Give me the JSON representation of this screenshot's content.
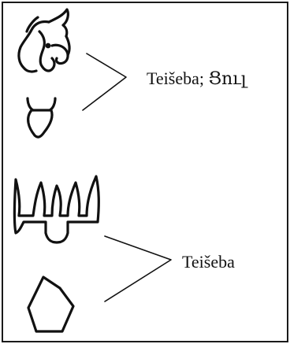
{
  "labels": {
    "top": "Teišeba; Ցուլ",
    "bottom": "Teišeba"
  },
  "glyphs": [
    {
      "name": "bull-head-glyph"
    },
    {
      "name": "bull-sign-glyph"
    },
    {
      "name": "comb-glyph"
    },
    {
      "name": "pentagon-glyph"
    }
  ],
  "colors": {
    "ink": "#111111",
    "border": "#1a1a1a",
    "background": "#ffffff"
  }
}
